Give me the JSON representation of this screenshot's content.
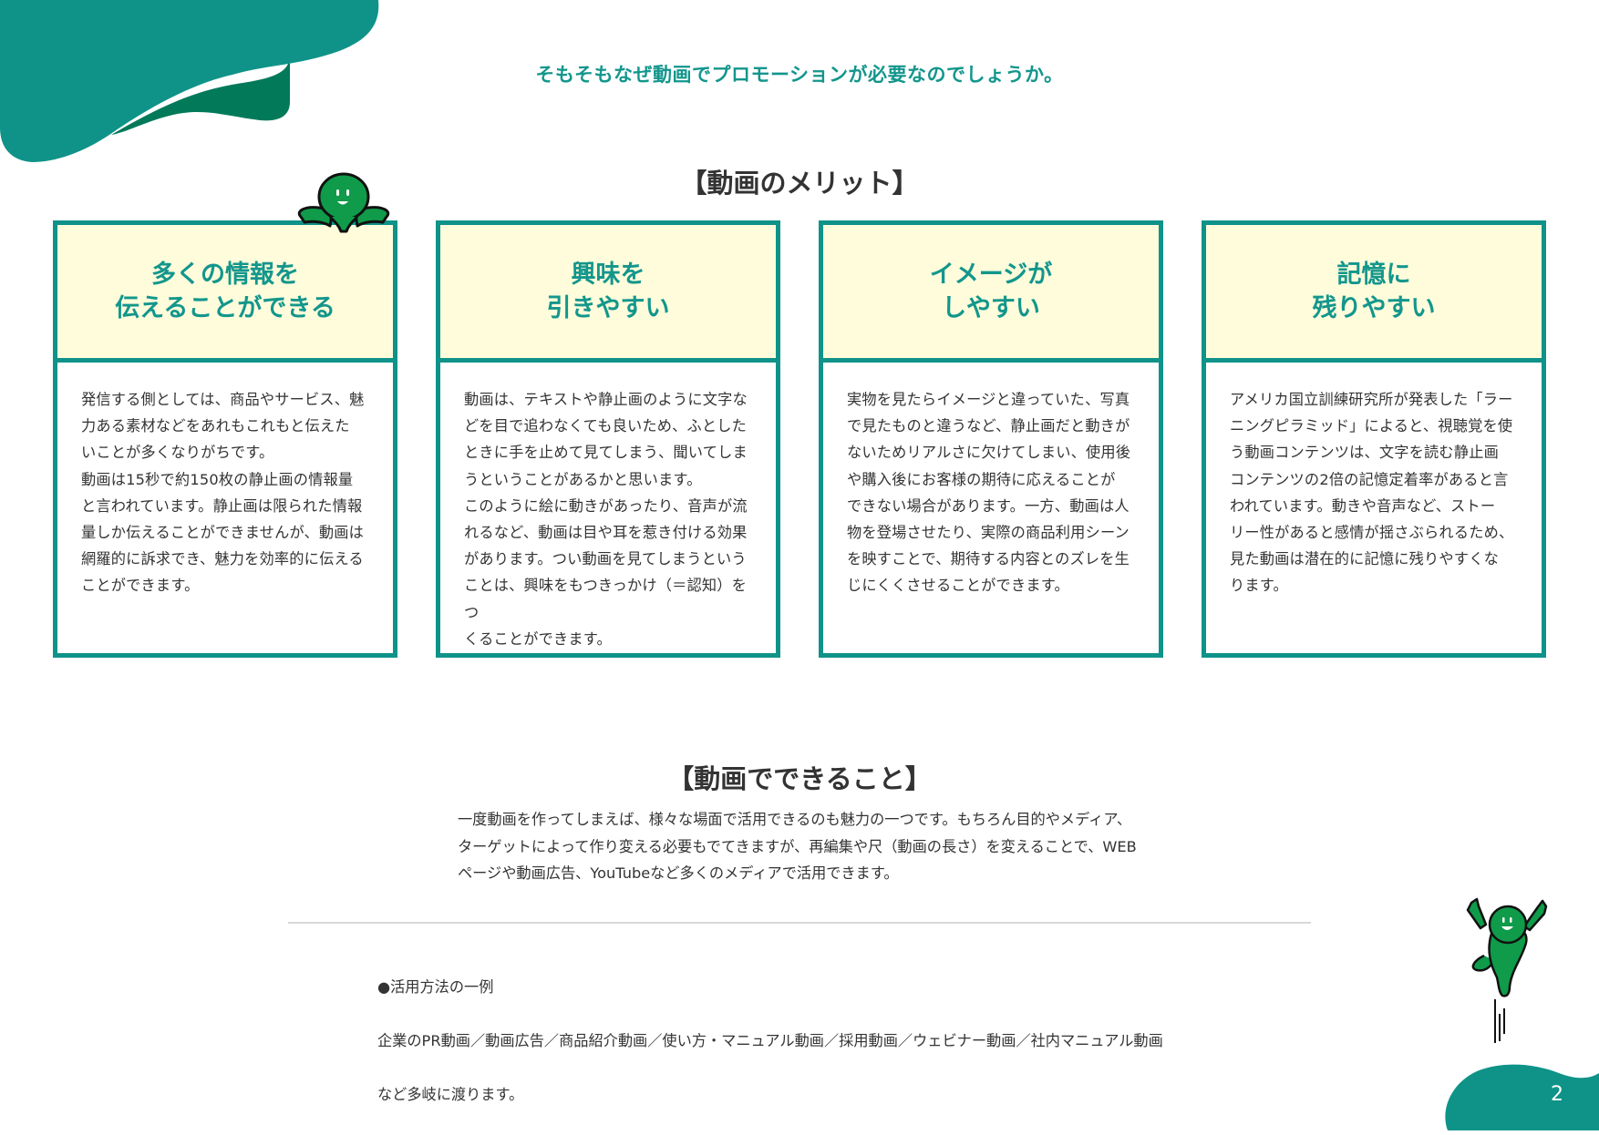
{
  "page": {
    "headline": "そもそもなぜ動画でプロモーションが必要なのでしょうか。",
    "page_number": "2",
    "colors": {
      "teal": "#0f9389",
      "teal_text": "#13968c",
      "dark_green": "#027a5a",
      "card_header_bg": "#fefcdb",
      "mascot_green": "#0f9b4a",
      "divider": "#d5d8db",
      "body_text": "#333333"
    }
  },
  "merits": {
    "title": "【動画のメリット】",
    "cards": [
      {
        "title": "多くの情報を\n伝えることができる",
        "body": "発信する側としては、商品やサービス、魅\n力ある素材などをあれもこれもと伝えた\nいことが多くなりがちです。\n動画は15秒で約150枚の静止画の情報量\nと言われています。静止画は限られた情報\n量しか伝えることができませんが、動画は\n網羅的に訴求でき、魅力を効率的に伝える\nことができます。"
      },
      {
        "title": "興味を\n引きやすい",
        "body": "動画は、テキストや静止画のように文字な\nどを目で追わなくても良いため、ふとした\nときに手を止めて見てしまう、聞いてしま\nうということがあるかと思います。\nこのように絵に動きがあったり、音声が流\nれるなど、動画は目や耳を惹き付ける効果\nがあります。つい動画を見てしまうという\nことは、興味をもつきっかけ（＝認知）をつ\nくることができます。"
      },
      {
        "title": "イメージが\nしやすい",
        "body": "実物を見たらイメージと違っていた、写真\nで見たものと違うなど、静止画だと動きが\nないためリアルさに欠けてしまい、使用後\nや購入後にお客様の期待に応えることが\nできない場合があります。一方、動画は人\n物を登場させたり、実際の商品利用シーン\nを映すことで、期待する内容とのズレを生\nじにくくさせることができます。"
      },
      {
        "title": "記憶に\n残りやすい",
        "body": "アメリカ国立訓練研究所が発表した「ラー\nニングピラミッド」によると、視聴覚を使\nう動画コンテンツは、文字を読む静止画\nコンテンツの2倍の記憶定着率があると言\nわれています。動きや音声など、ストー\nリー性があると感情が揺さぶられるため、\n見た動画は潜在的に記憶に残りやすくな\nります。"
      }
    ]
  },
  "can_do": {
    "title": "【動画でできること】",
    "intro": "一度動画を作ってしまえば、様々な場面で活用できるのも魅力の一つです。もちろん目的やメディア、\nターゲットによって作り変える必要もでてきますが、再編集や尺（動画の長さ）を変えることで、WEB\nページや動画広告、YouTubeなど多くのメディアで活用できます。",
    "examples_heading": "●活用方法の一例",
    "examples_list": "企業のPR動画／動画広告／商品紹介動画／使い方・マニュアル動画／採用動画／ウェビナー動画／社内マニュアル動画",
    "examples_tail": "など多岐に渡ります。"
  },
  "icons": {
    "top_left_decoration": "teal-wave-blob",
    "card_mascot": "green-character-peeking",
    "jump_mascot": "green-character-jumping",
    "page_number_bg": "teal-wave-blob"
  }
}
